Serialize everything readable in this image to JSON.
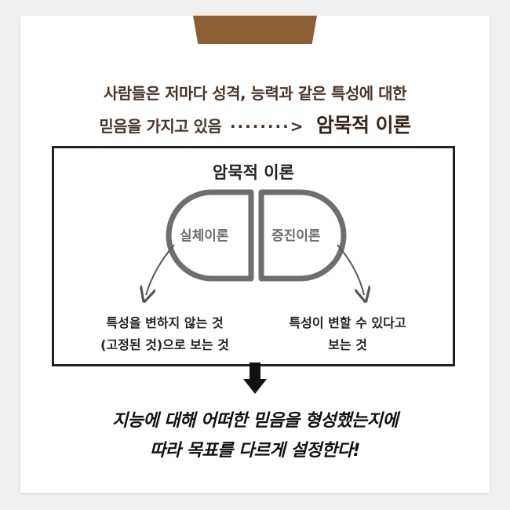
{
  "intro": {
    "line1": "사람들은 저마다 성격, 능력과 같은 특성에 대한",
    "line2_text": "믿음을 가지고 있음",
    "line2_arrow": "········>",
    "line2_term": "암묵적 이론"
  },
  "diagram": {
    "title": "암묵적 이론",
    "left_label": "실체이론",
    "right_label": "증진이론",
    "left_desc_line1": "특성을 변하지 않는 것",
    "left_desc_line2": "(고정된 것)으로 보는 것",
    "right_desc_line1": "특성이 변할 수 있다고",
    "right_desc_line2": "보는 것"
  },
  "conclusion": {
    "line1": "지능에 대해 어떠한 믿음을 형성했는지에",
    "line2": "따라 목표를 다르게 설정한다!"
  },
  "colors": {
    "brown_tab": "#8b5e34",
    "intro_text": "#4a3426",
    "pill_stroke": "#6e6e6e"
  }
}
